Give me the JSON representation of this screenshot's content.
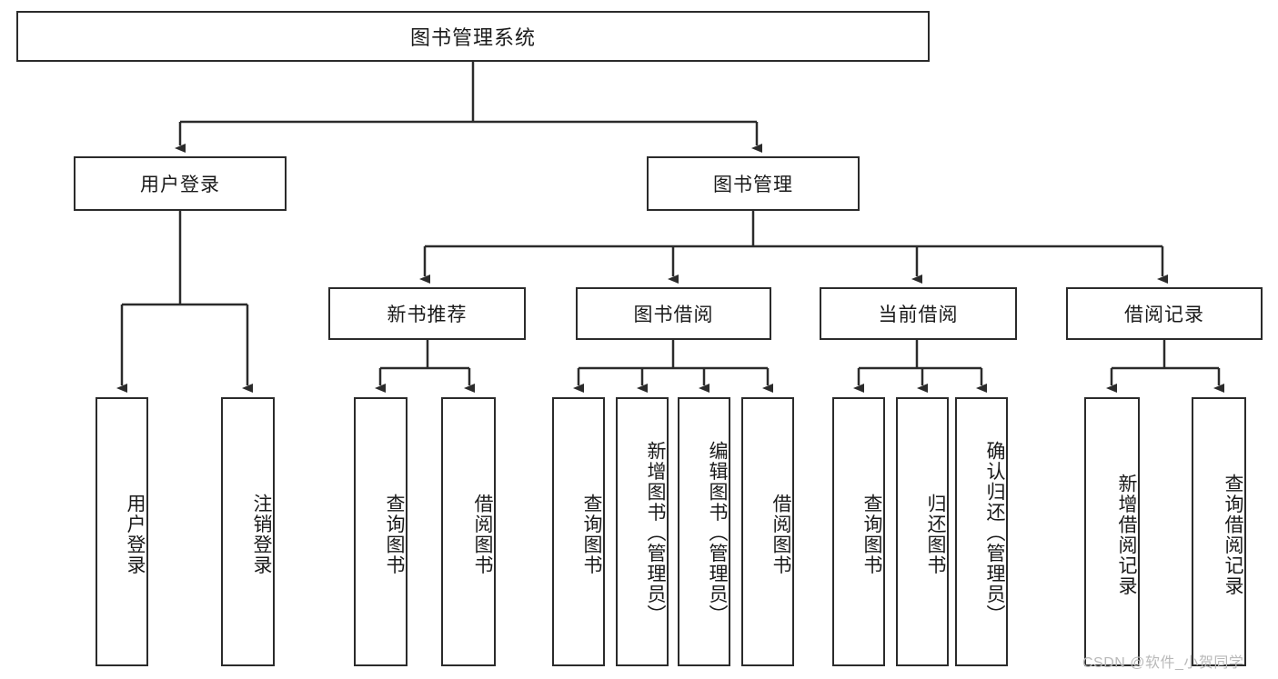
{
  "diagram": {
    "title": "图书管理系统",
    "type": "hierarchy-tree",
    "root": {
      "label": "图书管理系统"
    },
    "level2": [
      {
        "label": "用户登录"
      },
      {
        "label": "图书管理"
      }
    ],
    "level3": [
      {
        "label": "新书推荐"
      },
      {
        "label": "图书借阅"
      },
      {
        "label": "当前借阅"
      },
      {
        "label": "借阅记录"
      }
    ],
    "leaves": [
      {
        "label": "用户登录",
        "parent": "用户登录"
      },
      {
        "label": "注销登录",
        "parent": "用户登录"
      },
      {
        "label": "查询图书",
        "parent": "新书推荐"
      },
      {
        "label": "借阅图书",
        "parent": "新书推荐"
      },
      {
        "label": "查询图书",
        "parent": "图书借阅"
      },
      {
        "label": "新增图书（管理员）",
        "parent": "图书借阅"
      },
      {
        "label": "编辑图书（管理员）",
        "parent": "图书借阅"
      },
      {
        "label": "借阅图书",
        "parent": "图书借阅"
      },
      {
        "label": "查询图书",
        "parent": "当前借阅"
      },
      {
        "label": "归还图书",
        "parent": "当前借阅"
      },
      {
        "label": "确认归还（管理员）",
        "parent": "当前借阅"
      },
      {
        "label": "新增借阅记录",
        "parent": "借阅记录"
      },
      {
        "label": "查询借阅记录",
        "parent": "借阅记录"
      }
    ],
    "watermark": "CSDN @软件_小贺同学",
    "colors": {
      "stroke": "#2b2b2b",
      "fill": "#ffffff",
      "text": "#1a1a1a",
      "watermark": "#b9b9b9"
    }
  }
}
